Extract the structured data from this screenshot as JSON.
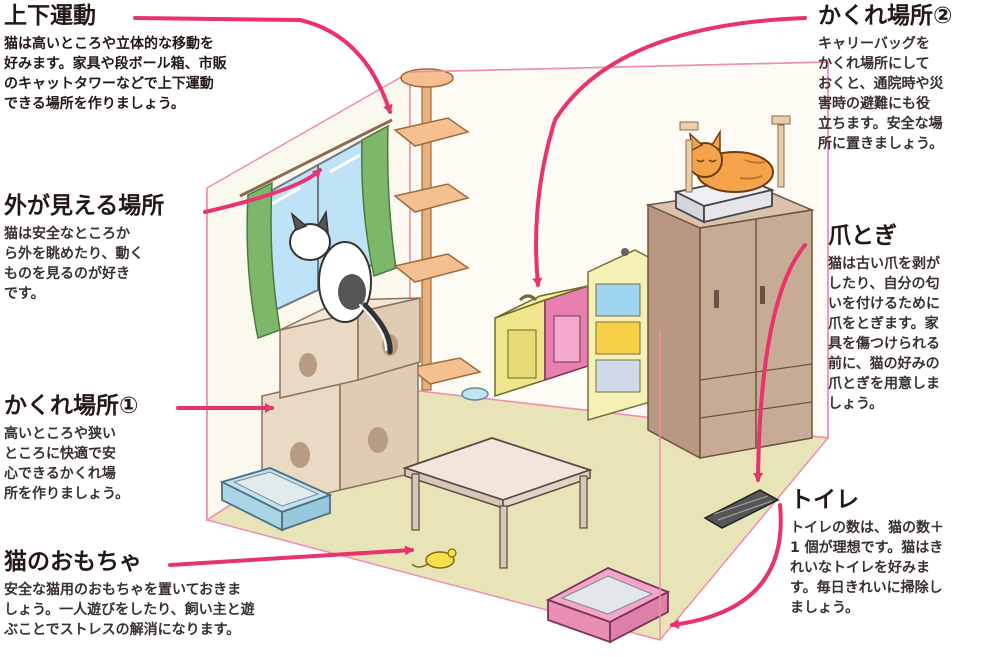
{
  "labels": {
    "updown": {
      "title": "上下運動",
      "text": "猫は高いところや立体的な移動を\n好みます。家具や段ボール箱、市販\nのキャットタワーなどで上下運動\nできる場所を作りましょう。"
    },
    "outside": {
      "title": "外が見える場所",
      "text": "猫は安全なところか\nら外を眺めたり、動く\nものを見るのが好き\nです。"
    },
    "hide1": {
      "title": "かくれ場所①",
      "text": "高いところや狭い\nところに快適で安\n心できるかくれ場\n所を作りましょう。"
    },
    "toy": {
      "title": "猫のおもちゃ",
      "text": "安全な猫用のおもちゃを置いておきま\nしょう。一人遊びをしたり、飼い主と遊\nぶことでストレスの解消になります。"
    },
    "hide2": {
      "title": "かくれ場所②",
      "text": "キャリーバッグを\nかくれ場所にして\nおくと、通院時や災\n害時の避難にも役\n立ちます。安全な場\n所に置きましょう。"
    },
    "claw": {
      "title": "爪とぎ",
      "text": "猫は古い爪を剥が\nしたり、自分の匂\nいを付けるために\n爪をとぎます。家\n具を傷つけられる\n前に、猫の好みの\n爪とぎを用意しま\nしょう。"
    },
    "toilet": {
      "title": "トイレ",
      "text": "トイレの数は、猫の数＋\n1 個が理想です。猫はき\nれいなトイレを好みま\nす。毎日きれいに掃除し\nましょう。"
    }
  },
  "colors": {
    "arrow": "#e8336e",
    "box_line": "#f08caf",
    "floor": "#e9e3b8",
    "wall": "#fbf8ee",
    "tower": "#f5c08f",
    "cardboard": "#ead9c5",
    "wardrobe": "#c7ab95",
    "table": "#f2e6dc",
    "carrier": "#e4e4ea",
    "cat_orange": "#f4a34a",
    "toilet_blue": "#bfe3f0",
    "toilet_pink": "#f3a6c5",
    "curtain": "#7db86a",
    "window": "#bfe3f6"
  },
  "icons": [
    "tall-cat-tower",
    "window-with-curtains",
    "cardboard-box-stack",
    "cat-litter-box",
    "cat-toy-mouse",
    "low-table",
    "cube-shelves",
    "bookshelf",
    "wardrobe",
    "cat-carrier",
    "scratching-post",
    "water-bowl",
    "tuxedo-cat",
    "orange-cat"
  ]
}
